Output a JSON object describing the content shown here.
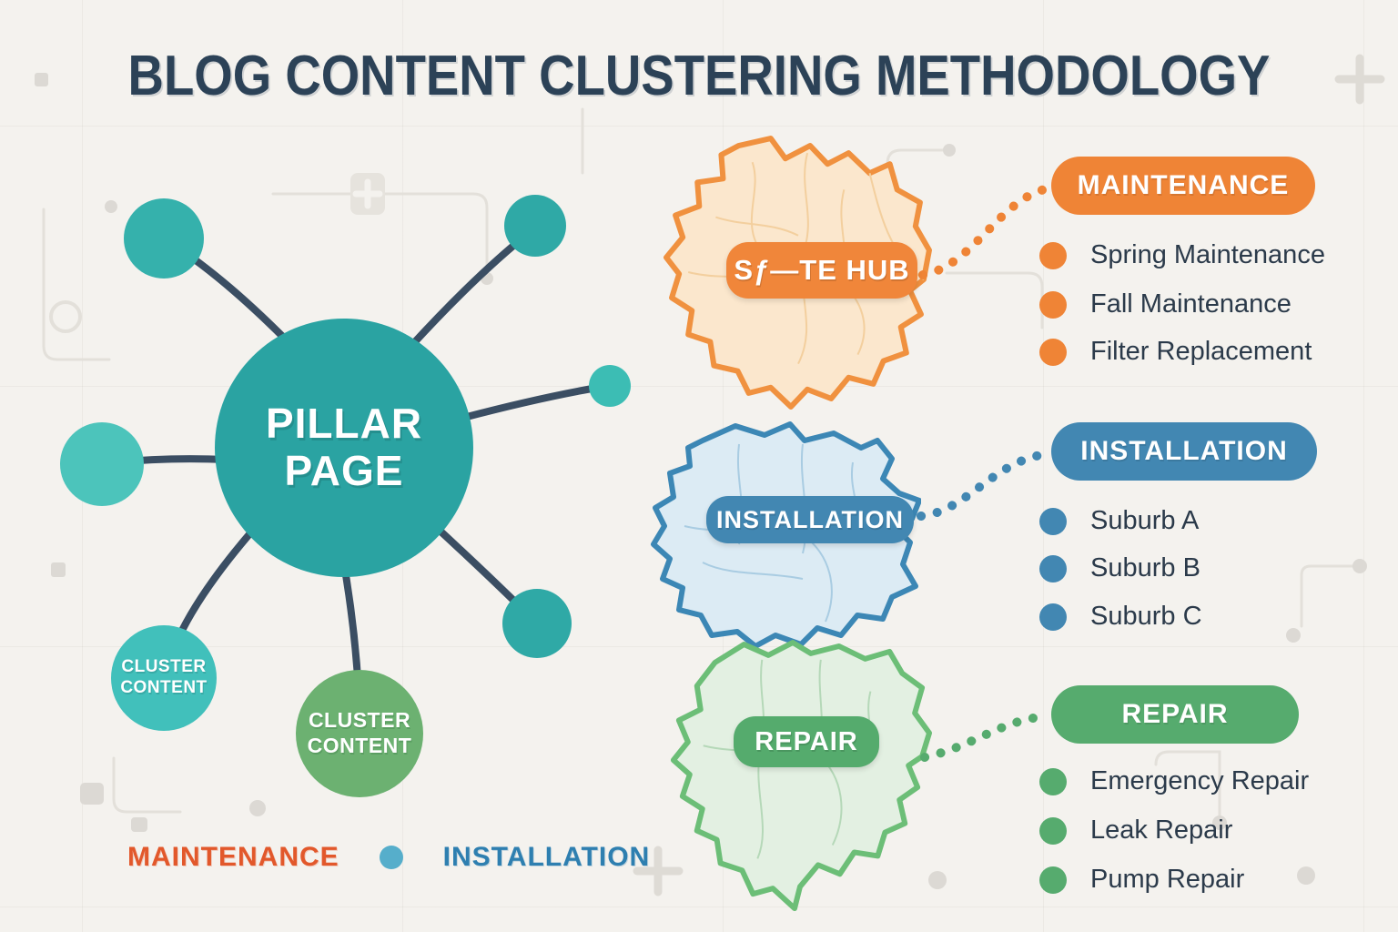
{
  "title": "BLOG CONTENT CLUSTERING METHODOLOGY",
  "hub": {
    "label": "PILLAR PAGE"
  },
  "clusters": [
    {
      "label": "CLUSTER CONTENT"
    },
    {
      "label": "CLUSTER CONTENT"
    }
  ],
  "regions": [
    {
      "key": "maintenance",
      "map_label": "Sƒ—TE HUB",
      "header": "MAINTENANCE",
      "color": "#ef8436",
      "map_fill": "#fbe7cd",
      "items": [
        "Spring Maintenance",
        "Fall Maintenance",
        "Filter Replacement"
      ]
    },
    {
      "key": "installation",
      "map_label": "INSTALLATION",
      "header": "INSTALLATION",
      "color": "#4287b2",
      "map_fill": "#dcebf4",
      "items": [
        "Suburb A",
        "Suburb B",
        "Suburb C"
      ]
    },
    {
      "key": "repair",
      "map_label": "REPAIR",
      "header": "REPAIR",
      "color": "#56ab6e",
      "map_fill": "#e3f0e2",
      "items": [
        "Emergency Repair",
        "Leak Repair",
        "Pump Repair"
      ]
    }
  ],
  "legend": [
    {
      "label": "MAINTENANCE",
      "color": "#e2582b"
    },
    {
      "label": "INSTALLATION",
      "color": "#2e7fb0"
    }
  ],
  "colors": {
    "background": "#f4f2ee",
    "title": "#2c4257",
    "hub_teal": "#2aa3a2",
    "satellite_teal": "#35b1ac",
    "satellite_teal_light": "#4cc4bb",
    "cluster_teal": "#41c0bb",
    "cluster_green": "#6cb171",
    "spoke": "#3b4e63",
    "body_text": "#2b3a4a",
    "legend_dot": "#56aecb"
  }
}
